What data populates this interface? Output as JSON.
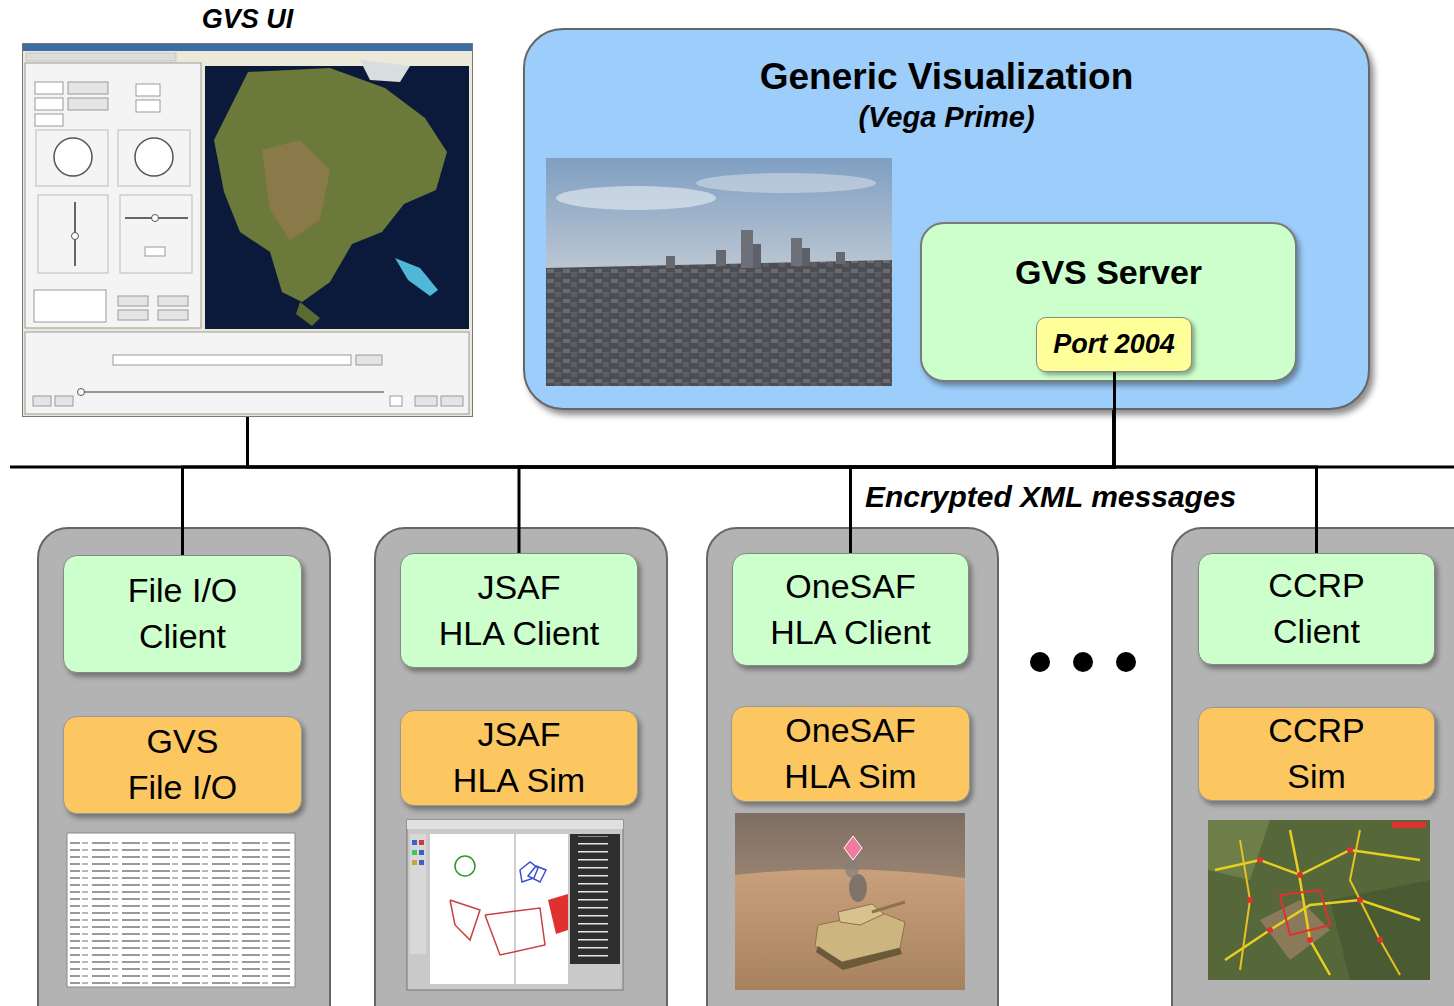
{
  "diagram": {
    "nodes": [
      {
        "text": [
          "GVS UI"
        ]
      },
      {
        "text": [
          "Generic Visualization",
          "(Vega Prime)"
        ]
      },
      {
        "text": [
          "GVS Server"
        ],
        "in": 1
      },
      {
        "text": [
          "Port 2004"
        ],
        "in": 2
      },
      {
        "text": [
          "File I/O Client"
        ]
      },
      {
        "text": [
          "GVS File I/O"
        ]
      },
      {
        "text": [
          "JSAF HLA Client"
        ]
      },
      {
        "text": [
          "JSAF HLA Sim"
        ]
      },
      {
        "text": [
          "OneSAF HLA Client"
        ]
      },
      {
        "text": [
          "OneSAF HLA Sim"
        ]
      },
      {
        "text": [
          "CCRP Client"
        ]
      },
      {
        "text": [
          "CCRP Sim"
        ]
      }
    ],
    "edges": [
      {
        "from": 0,
        "to": 3,
        "arrow": "none"
      },
      {
        "from": 4,
        "to": 3,
        "arrow": "none"
      },
      {
        "from": 6,
        "to": 3,
        "arrow": "none"
      },
      {
        "from": 8,
        "to": 3,
        "arrow": "none"
      },
      {
        "from": 10,
        "to": 3,
        "arrow": "none"
      }
    ],
    "labels": [
      "Encrypted XML messages"
    ]
  }
}
